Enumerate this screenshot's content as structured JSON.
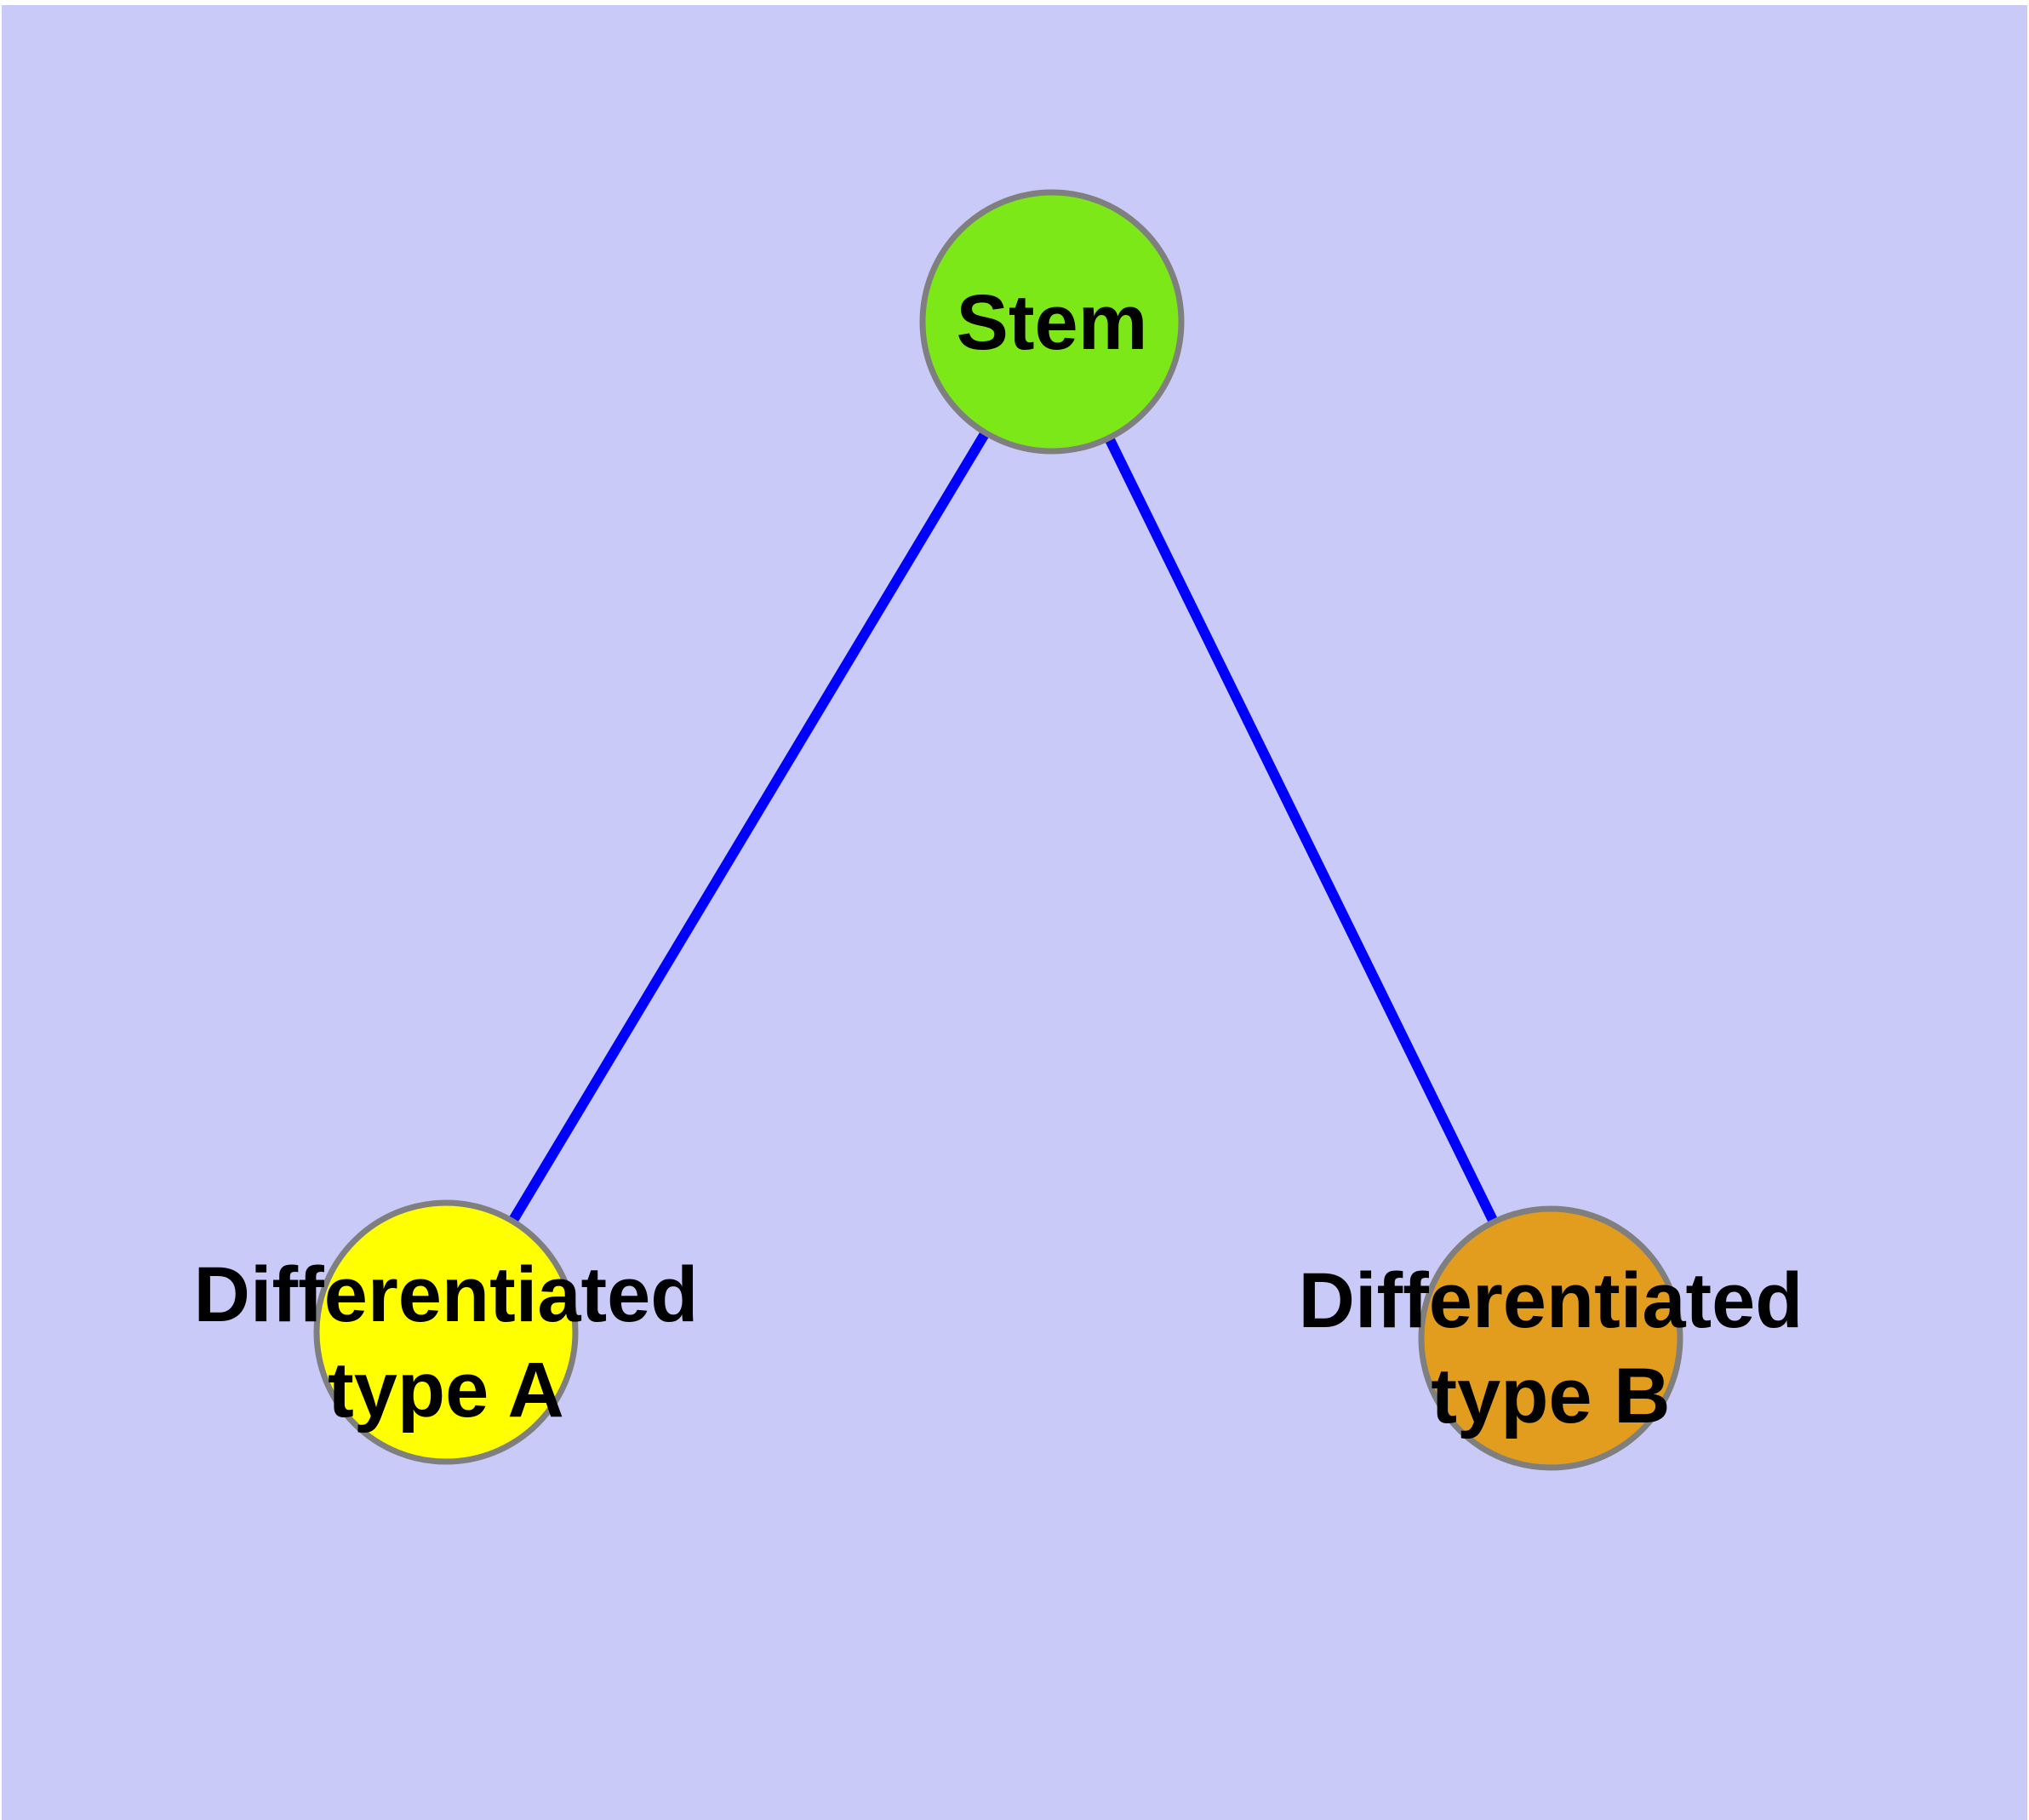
{
  "diagram": {
    "type": "node-link-graph",
    "description": "Cell differentiation diagram: Stem node branching to two differentiated cell types",
    "colors": {
      "background": "#CACAF8",
      "edge": "#0000FF",
      "node_border": "#7F7F7F",
      "label_text": "#000000",
      "stem_fill": "#7DE817",
      "type_a_fill": "#FFFF00",
      "type_b_fill": "#E29C1E"
    },
    "nodes": [
      {
        "id": "stem",
        "label": "Stem",
        "lines": [
          "Stem"
        ],
        "fill": "#7DE817"
      },
      {
        "id": "type-a",
        "label": "Differentiated type A",
        "lines": [
          "Differentiated",
          "type A"
        ],
        "fill": "#FFFF00"
      },
      {
        "id": "type-b",
        "label": "Differentiated type B",
        "lines": [
          "Differentiated",
          "type B"
        ],
        "fill": "#E29C1E"
      }
    ],
    "edges": [
      {
        "from": "Stem",
        "to": "Differentiated type A"
      },
      {
        "from": "Stem",
        "to": "Differentiated type B"
      }
    ]
  }
}
